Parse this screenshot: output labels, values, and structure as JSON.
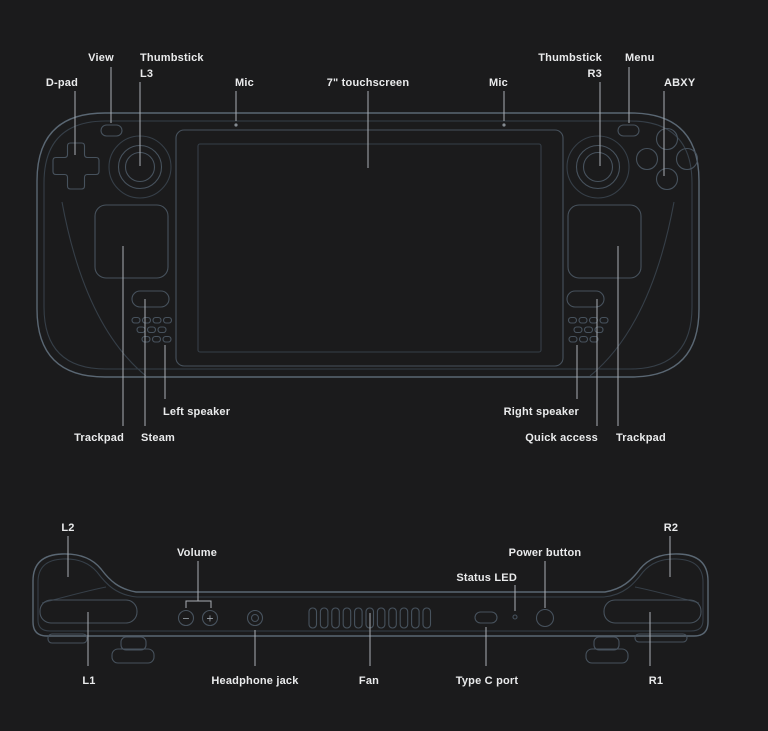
{
  "colors": {
    "bg": "#1b1b1c",
    "outline": "#5a6773",
    "inner": "#47525d",
    "faint": "#363f48",
    "callout": "#a9aeb3",
    "text": "#eaebec",
    "mic_dot": "#848b92"
  },
  "front_view": {
    "callouts": {
      "dpad": "D-pad",
      "view": "View",
      "thumbstick_l": "Thumbstick",
      "thumbstick_l_sub": "L3",
      "mic_left": "Mic",
      "touchscreen": "7\" touchscreen",
      "mic_right": "Mic",
      "thumbstick_r": "Thumbstick",
      "thumbstick_r_sub": "R3",
      "menu": "Menu",
      "abxy": "ABXY",
      "trackpad_left": "Trackpad",
      "steam": "Steam",
      "left_speaker": "Left speaker",
      "right_speaker": "Right speaker",
      "quick_access": "Quick access",
      "trackpad_right": "Trackpad"
    }
  },
  "top_view": {
    "callouts": {
      "l2": "L2",
      "l1": "L1",
      "volume": "Volume",
      "headphone_jack": "Headphone jack",
      "fan": "Fan",
      "type_c_port": "Type C port",
      "status_led": "Status LED",
      "power_button": "Power button",
      "r2": "R2",
      "r1": "R1"
    },
    "icons": {
      "volume_minus": "−",
      "volume_plus": "+"
    }
  }
}
